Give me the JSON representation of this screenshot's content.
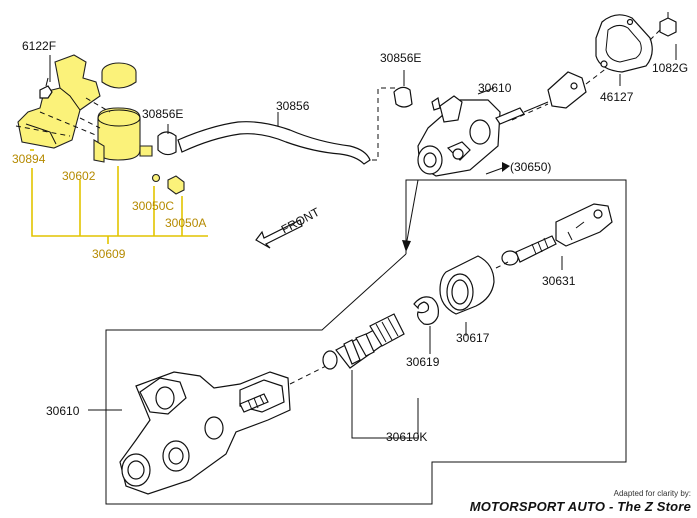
{
  "labels": {
    "p6122F": "6122F",
    "p30894": "30894",
    "p30602": "30602",
    "p30050C": "30050C",
    "p30050A": "30050A",
    "p30609": "30609",
    "p30856E_a": "30856E",
    "p30856": "30856",
    "p30856E_b": "30856E",
    "p30610_top": "30610",
    "p30650": "(30650)",
    "p46127": "46127",
    "p1082G": "1082G",
    "front": "FRONT",
    "p30631": "30631",
    "p30617": "30617",
    "p30619": "30619",
    "p30610K": "30610K",
    "p30610_main": "30610"
  },
  "credit": {
    "small": "Adapted for clarity by:",
    "main": "MOTORSPORT AUTO - The Z Store"
  },
  "colors": {
    "highlight": "#fbf27a",
    "highlight_line": "#e2c400",
    "ink": "#111111"
  }
}
